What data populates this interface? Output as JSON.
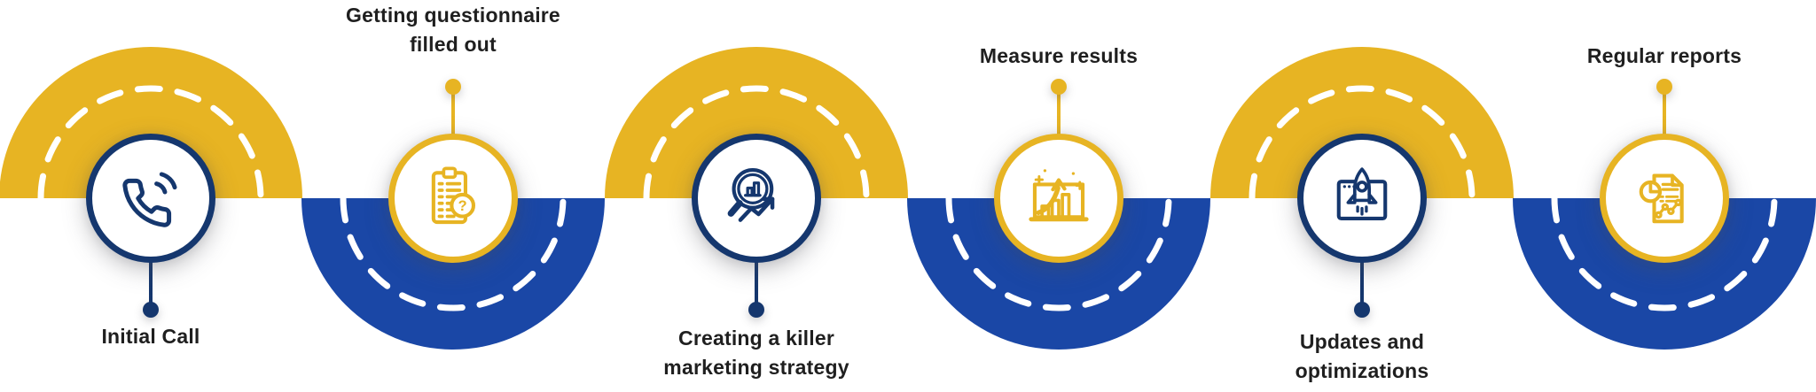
{
  "diagram": {
    "kind": "process-roadmap",
    "colors": {
      "yellow": "#e7b423",
      "blue": "#1a47a6",
      "navy": "#15376e",
      "ink": "#1f1f1f",
      "node_fill": "#ffffff",
      "lane_dash": "#ffffff",
      "background": "#ffffff"
    },
    "steps": [
      {
        "id": 1,
        "label": "Initial Call",
        "label_lines": [
          "Initial Call"
        ],
        "icon": "phone-call-icon",
        "road_half": "top",
        "road_color": "yellow",
        "node_border": "navy",
        "label_position": "below"
      },
      {
        "id": 2,
        "label": "Getting questionnaire filled out",
        "label_lines": [
          "Getting questionnaire",
          "filled out"
        ],
        "icon": "questionnaire-clipboard-icon",
        "road_half": "bottom",
        "road_color": "blue",
        "node_border": "yellow",
        "label_position": "above"
      },
      {
        "id": 3,
        "label": "Creating a killer marketing strategy",
        "label_lines": [
          "Creating a killer",
          "marketing strategy"
        ],
        "icon": "magnifier-analytics-icon",
        "road_half": "top",
        "road_color": "yellow",
        "node_border": "navy",
        "label_position": "below"
      },
      {
        "id": 4,
        "label": "Measure results",
        "label_lines": [
          "Measure results"
        ],
        "icon": "growth-chart-arrow-icon",
        "road_half": "bottom",
        "road_color": "blue",
        "node_border": "yellow",
        "label_position": "above"
      },
      {
        "id": 5,
        "label": "Updates and optimizations",
        "label_lines": [
          "Updates and",
          "optimizations"
        ],
        "icon": "rocket-launch-browser-icon",
        "road_half": "top",
        "road_color": "yellow",
        "node_border": "navy",
        "label_position": "below"
      },
      {
        "id": 6,
        "label": "Regular reports",
        "label_lines": [
          "Regular reports"
        ],
        "icon": "report-document-icon",
        "road_half": "bottom",
        "road_color": "blue",
        "node_border": "yellow",
        "label_position": "above"
      }
    ]
  }
}
